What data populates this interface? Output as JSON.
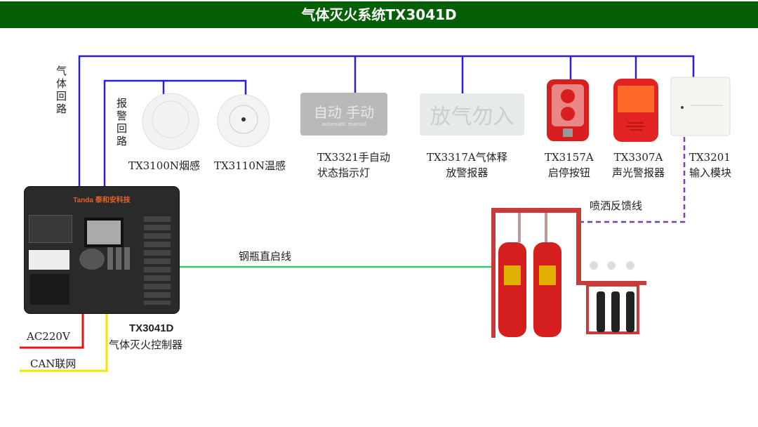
{
  "title": "气体灭火系统TX3041D",
  "loops": {
    "gas_loop": "气体回路",
    "alarm_loop": "报警回路"
  },
  "devices": [
    {
      "model": "TX3100N烟感",
      "line2": ""
    },
    {
      "model": "TX3110N温感",
      "line2": ""
    },
    {
      "model": "TX3321手自动",
      "line2": "状态指示灯",
      "panel_text": "自动  手动",
      "panel_sub": "automatic   manual"
    },
    {
      "model": "TX3317A气体释",
      "line2": "放警报器",
      "panel_text": "放气勿入"
    },
    {
      "model": "TX3157A",
      "line2": "启停按钮"
    },
    {
      "model": "TX3307A",
      "line2": "声光警报器"
    },
    {
      "model": "TX3201",
      "line2": "输入模块"
    }
  ],
  "controller": {
    "brand": "Tanda",
    "brand_cn": "泰和安科技",
    "model": "TX3041D",
    "name": "气体灭火控制器"
  },
  "wires": {
    "cylinder_start": "钢瓶直启线",
    "spray_feedback": "喷洒反馈线",
    "power": "AC220V",
    "network": "CAN联网"
  },
  "colors": {
    "title_bg": "#055f05",
    "loop": "#2b1fd6",
    "start_line": "#3cc46a",
    "feedback": "#7a3fb5",
    "power": "#ee1111",
    "network": "#f5e400"
  }
}
